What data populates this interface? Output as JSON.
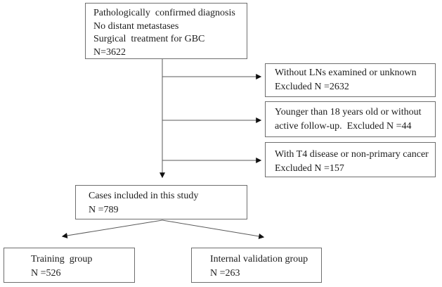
{
  "flowchart": {
    "eligibility_box": {
      "lines": [
        "Pathologically  confirmed diagnosis",
        "No distant metastases",
        "Surgical  treatment for GBC",
        "N=3622"
      ]
    },
    "exclusion_boxes": [
      {
        "lines": [
          "Without LNs examined or unknown",
          "Excluded N =2632"
        ]
      },
      {
        "lines": [
          "Younger than 18 years old or without",
          "active follow-up.  Excluded N =44"
        ]
      },
      {
        "lines": [
          "With T4 disease or non-primary cancer",
          "Excluded N =157"
        ]
      }
    ],
    "included_box": {
      "lines": [
        "Cases included in this study",
        "N =789"
      ]
    },
    "training_box": {
      "lines": [
        "Training  group",
        "N =526"
      ]
    },
    "validation_box": {
      "lines": [
        "Internal validation group",
        "N =263"
      ]
    },
    "colors": {
      "background": "#ffffff",
      "border": "#6e6e6e",
      "connector": "#5a5a5a",
      "arrowhead": "#111111",
      "text": "#1c1c1c"
    }
  }
}
